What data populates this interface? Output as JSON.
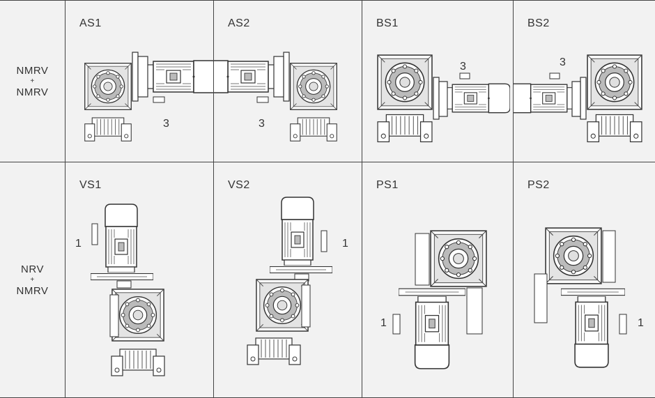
{
  "rows": [
    {
      "line1": "NMRV",
      "plus": "+",
      "line2": "NMRV"
    },
    {
      "line1": "NRV",
      "plus": "+",
      "line2": "NMRV"
    }
  ],
  "cells": [
    {
      "label": "AS1",
      "number": "3"
    },
    {
      "label": "AS2",
      "number": "3"
    },
    {
      "label": "BS1",
      "number": "3"
    },
    {
      "label": "BS2",
      "number": "3"
    },
    {
      "label": "VS1",
      "number": "1"
    },
    {
      "label": "VS2",
      "number": "1"
    },
    {
      "label": "PS1",
      "number": "1"
    },
    {
      "label": "PS2",
      "number": "1"
    }
  ]
}
